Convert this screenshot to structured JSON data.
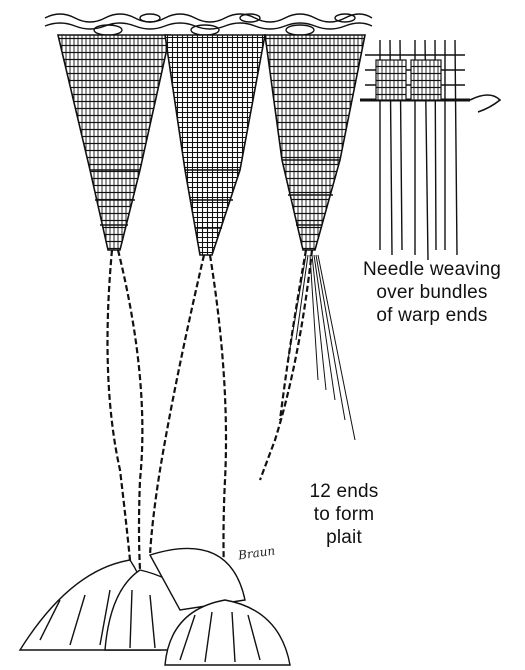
{
  "labels": {
    "needle_weaving": {
      "line1": "Needle weaving",
      "line2": "over bundles",
      "line3": "of warp ends"
    },
    "plait": {
      "line1": "12 ends",
      "line2": "to form",
      "line3": "plait"
    }
  },
  "signature_text": "Braun",
  "colors": {
    "ink": "#111111",
    "paper": "#ffffff"
  }
}
